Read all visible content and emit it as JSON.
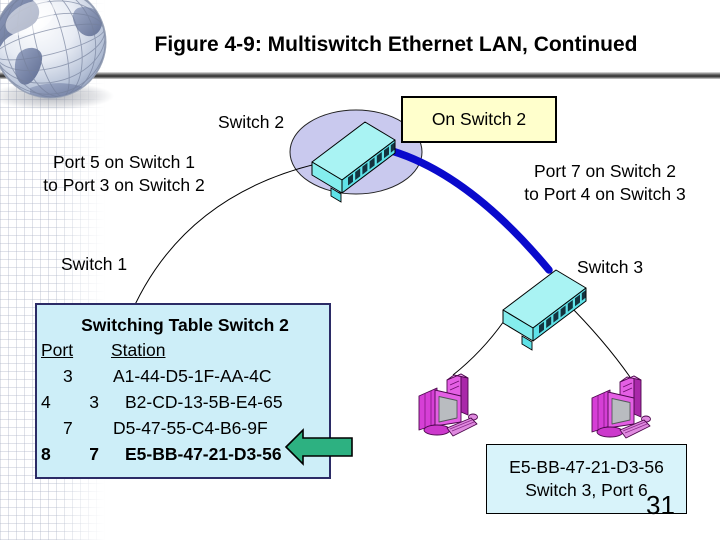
{
  "slide": {
    "title": "Figure 4-9: Multiswitch Ethernet LAN, Continued",
    "page_number": "31"
  },
  "labels": {
    "switch1": "Switch 1",
    "switch2": "Switch 2",
    "switch3": "Switch 3",
    "on_switch2": "On Switch 2",
    "link_s1_s2": [
      "Port 5 on Switch 1",
      "to Port 3 on Switch 2"
    ],
    "link_s2_s3": [
      "Port 7 on Switch 2",
      "to Port 4 on Switch 3"
    ],
    "station_note": [
      "E5-BB-47-21-D3-56",
      "Switch 3, Port 6"
    ]
  },
  "switching_table": {
    "title": "Switching Table Switch 2",
    "headers": {
      "port": "Port",
      "station": "Station"
    },
    "rows": [
      {
        "port_a": "",
        "port_b": "3",
        "station": "A1-44-D5-1F-AA-4C",
        "emphasis": false
      },
      {
        "port_a": "4",
        "port_b": "3",
        "station": "B2-CD-13-5B-E4-65",
        "emphasis": false
      },
      {
        "port_a": "",
        "port_b": "7",
        "station": "D5-47-55-C4-B6-9F",
        "emphasis": false
      },
      {
        "port_a": "8",
        "port_b": "7",
        "station": "E5-BB-47-21-D3-56",
        "emphasis": true
      }
    ]
  },
  "icons": {
    "globe": "globe-icon",
    "switch2": "ethernet-switch-icon",
    "switch3": "ethernet-switch-icon",
    "pc_left": "computer-icon",
    "pc_right": "computer-icon",
    "arrow": "green-arrow-icon"
  },
  "colors": {
    "cable_blue": "#0a0acc",
    "ellipse_lavender": "#c9c9ee",
    "callout_yellow": "#ffffcc",
    "table_fill": "#cdeef8",
    "note_fill": "#d8f3fa",
    "arrow_green": "#2db181",
    "switch_cyan": "#a9f3f3",
    "pc_magenta": "#d63fd6"
  }
}
